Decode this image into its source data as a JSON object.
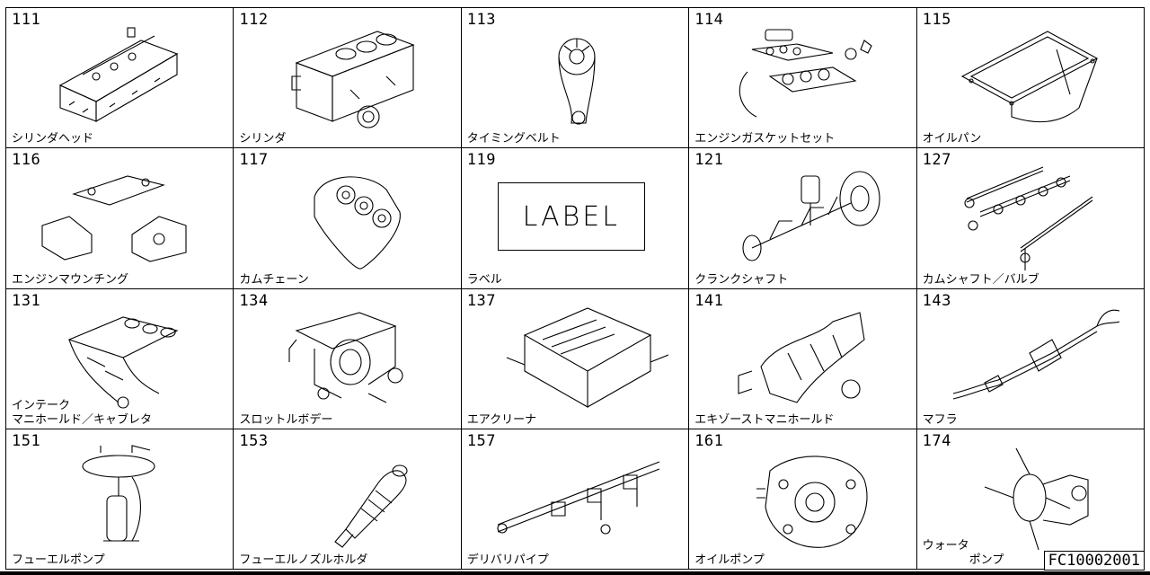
{
  "catalog_code": "FC10002001",
  "parts": [
    {
      "number": "111",
      "name": "シリンダヘッド",
      "icon": "cylinder-head-icon"
    },
    {
      "number": "112",
      "name": "シリンダ",
      "icon": "cylinder-block-icon"
    },
    {
      "number": "113",
      "name": "タイミングベルト",
      "icon": "timing-belt-icon"
    },
    {
      "number": "114",
      "name": "エンジンガスケットセット",
      "icon": "gasket-set-icon"
    },
    {
      "number": "115",
      "name": "オイルパン",
      "icon": "oil-pan-icon"
    },
    {
      "number": "116",
      "name": "エンジンマウンチング",
      "icon": "engine-mount-icon"
    },
    {
      "number": "117",
      "name": "カムチェーン",
      "icon": "cam-chain-icon"
    },
    {
      "number": "119",
      "name": "ラベル",
      "icon": "label-icon",
      "box_text": "LABEL"
    },
    {
      "number": "121",
      "name": "クランクシャフト",
      "icon": "crankshaft-icon"
    },
    {
      "number": "127",
      "name": "カムシャフト／バルブ",
      "icon": "camshaft-valve-icon"
    },
    {
      "number": "131",
      "name": "インテーク\nマニホールド／キャブレタ",
      "icon": "intake-manifold-icon"
    },
    {
      "number": "134",
      "name": "スロットルボデー",
      "icon": "throttle-body-icon"
    },
    {
      "number": "137",
      "name": "エアクリーナ",
      "icon": "air-cleaner-icon"
    },
    {
      "number": "141",
      "name": "エキゾーストマニホールド",
      "icon": "exhaust-manifold-icon"
    },
    {
      "number": "143",
      "name": "マフラ",
      "icon": "muffler-icon"
    },
    {
      "number": "151",
      "name": "フューエルポンプ",
      "icon": "fuel-pump-icon"
    },
    {
      "number": "153",
      "name": "フューエルノズルホルダ",
      "icon": "fuel-nozzle-holder-icon"
    },
    {
      "number": "157",
      "name": "デリバリパイプ",
      "icon": "delivery-pipe-icon"
    },
    {
      "number": "161",
      "name": "オイルポンプ",
      "icon": "oil-pump-icon"
    },
    {
      "number": "174",
      "name": "ウォータ\n　　　　ポンプ",
      "icon": "water-pump-icon"
    }
  ]
}
